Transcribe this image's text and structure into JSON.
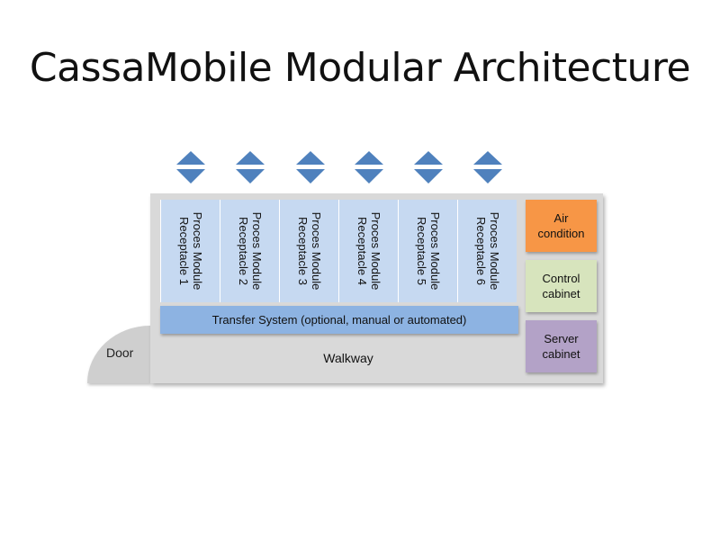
{
  "title": "CassaMobile Modular Architecture",
  "modules": [
    {
      "line1": "Proces Module",
      "line2": "Receptacle 1"
    },
    {
      "line1": "Proces Module",
      "line2": "Receptacle 2"
    },
    {
      "line1": "Proces Module",
      "line2": "Receptacle 3"
    },
    {
      "line1": "Proces Module",
      "line2": "Receptacle 4"
    },
    {
      "line1": "Proces Module",
      "line2": "Receptacle 5"
    },
    {
      "line1": "Proces Module",
      "line2": "Receptacle 6"
    }
  ],
  "transfer": "Transfer System (optional, manual or automated)",
  "walkway": "Walkway",
  "door": "Door",
  "side_boxes": [
    {
      "line1": "Air",
      "line2": "condition",
      "color": "#f79646"
    },
    {
      "line1": "Control",
      "line2": "cabinet",
      "color": "#d7e4bd"
    },
    {
      "line1": "Server",
      "line2": "cabinet",
      "color": "#b3a2c7"
    }
  ],
  "colors": {
    "building": "#d9d9d9",
    "module": "#c6d9f1",
    "transfer": "#8db3e2",
    "arrow": "#4f81bd",
    "door": "#cfcfcf"
  },
  "icons": [
    "double-arrow-icon"
  ]
}
